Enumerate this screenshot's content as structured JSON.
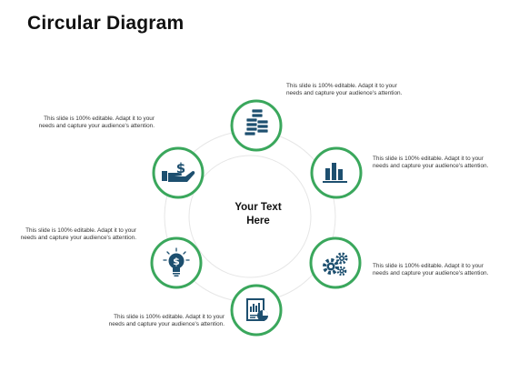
{
  "title": "Circular Diagram",
  "center": {
    "line1": "Your Text",
    "line2": "Here"
  },
  "colors": {
    "accent": "#3aa75c",
    "icon": "#1d4f6f",
    "ring": "#e6e6e6",
    "text": "#333333"
  },
  "nodes": [
    {
      "id": "top",
      "icon": "coins-stack-icon",
      "text": "This slide is 100% editable. Adapt it to your needs and capture your audience's attention."
    },
    {
      "id": "upper-right",
      "icon": "bar-chart-icon",
      "text": "This slide is 100% editable. Adapt it to your needs and capture your audience's attention."
    },
    {
      "id": "lower-right",
      "icon": "gears-icon",
      "text": "This slide is 100% editable. Adapt it to your needs and capture your audience's attention."
    },
    {
      "id": "bottom",
      "icon": "report-chart-icon",
      "text": "This slide is 100% editable. Adapt it to your needs and capture your audience's attention."
    },
    {
      "id": "lower-left",
      "icon": "idea-bulb-dollar-icon",
      "text": "This slide is 100% editable. Adapt it to your needs and capture your audience's attention."
    },
    {
      "id": "upper-left",
      "icon": "hand-dollar-icon",
      "text": "This slide is 100% editable. Adapt it to your needs and capture your audience's attention."
    }
  ]
}
